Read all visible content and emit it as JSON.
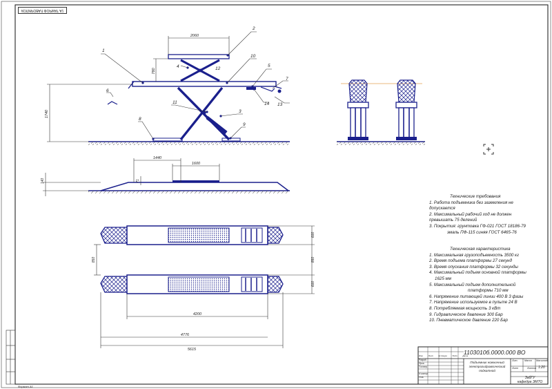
{
  "format_stamp": "КОПИРОВАЛ  ФОРМАТ А1",
  "callouts": [
    "1",
    "2",
    "3",
    "4",
    "5",
    "6",
    "7",
    "8",
    "9",
    "10",
    "11",
    "12",
    "13",
    "14"
  ],
  "dimensions": {
    "d2060": "2060",
    "d780": "780",
    "d1740": "1740",
    "d1440": "1440",
    "d1600": "1600",
    "d140": "140",
    "d71": "71",
    "d600a": "600",
    "d850": "850",
    "d600b": "600",
    "d850b": "850",
    "d4200": "4200",
    "d4776": "4776",
    "d5615": "5615"
  },
  "tech_requirements": {
    "heading": "Технические требования",
    "items": [
      "1. Работа подъемника без заземления не",
      "допускается",
      "2. Максимальный рабочий ход не должен",
      "превышать 75 делений",
      "3. Покрытия: грунтовка ГФ-021 ГОСТ 18186-79",
      "эмаль ПФ-115 синяя ГОСТ 6465-76"
    ]
  },
  "tech_specs": {
    "heading": "Техническая характеристика",
    "items": [
      "1. Максимальная грузоподъемность 3500 кг",
      "2. Время подъема платформы 27 секунд",
      "3. Время опускания платформы 32 секунды",
      "4. Максимальный подъем основной платформы",
      "1625 мм",
      "5. Максимальный подъем дополнительной",
      "платформы 710 мм",
      "6. Напряжение питающей линии 400 В 3 фазы",
      "7. Напряжение используемое в пульте 24 В",
      "8. Потребляемая мощность 3 кВт",
      "9. Гидравлическое давление 300 Бар",
      "10. Пневматическое давление 220 Бар"
    ]
  },
  "title_block": {
    "doc_code": "1103010б.0000.000 ВО",
    "name_line1": "Подъемник ножничный",
    "name_line2": "электрогидравлический",
    "name_line3": "подкатной",
    "scale": "1:20",
    "mass": "",
    "org_line1": "ЗабГУ",
    "org_line2": "кафедра ЭМТО",
    "sheet_label": "Лист",
    "sheets_label": "Листов",
    "roles": [
      "Разраб.",
      "Пров.",
      "Т.контр.",
      "",
      "Н.контр.",
      "Утв."
    ],
    "headers": [
      "Изм.",
      "Лист",
      "№ докум.",
      "Подп.",
      "Дата"
    ],
    "lit": "Лит.",
    "mass_label": "Масса",
    "scale_label": "Масштаб"
  },
  "bottom_stamp": "Формат А1",
  "colors": {
    "line": "#1a1f8c",
    "text": "#222222",
    "accent": "#e0a050"
  },
  "icons": [
    "zoom-plus-icon"
  ]
}
